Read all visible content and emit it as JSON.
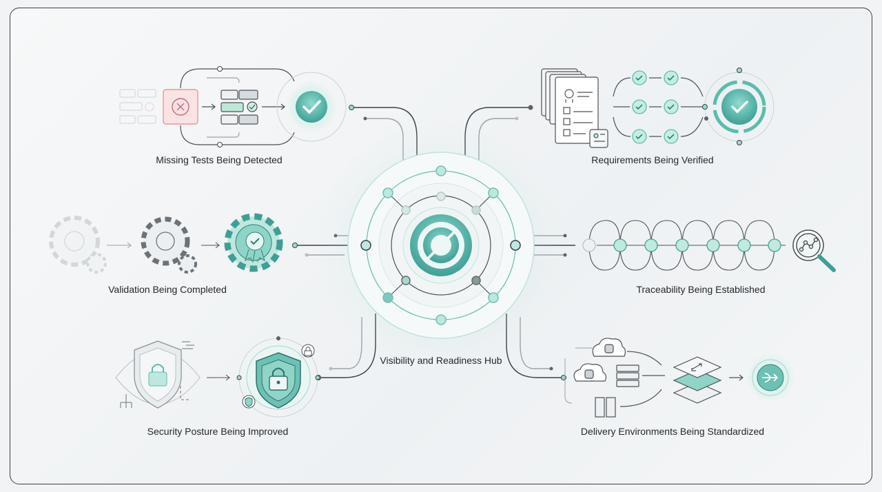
{
  "hub": {
    "label": "Visibility and Readiness Hub"
  },
  "sections": [
    {
      "label": "Missing Tests Being Detected",
      "icon": "check-circle-icon"
    },
    {
      "label": "Requirements Being Verified",
      "icon": "documents-checklist-icon"
    },
    {
      "label": "Validation Being Completed",
      "icon": "gear-badge-icon"
    },
    {
      "label": "Traceability Being Established",
      "icon": "magnifier-chart-icon"
    },
    {
      "label": "Security Posture Being Improved",
      "icon": "shield-lock-icon"
    },
    {
      "label": "Delivery Environments Being Standardized",
      "icon": "layers-deploy-icon"
    }
  ],
  "colors": {
    "accent": "#5cbcae",
    "accent_dark": "#3f9f96",
    "error": "#e8a0a4",
    "line": "#3a4048"
  }
}
